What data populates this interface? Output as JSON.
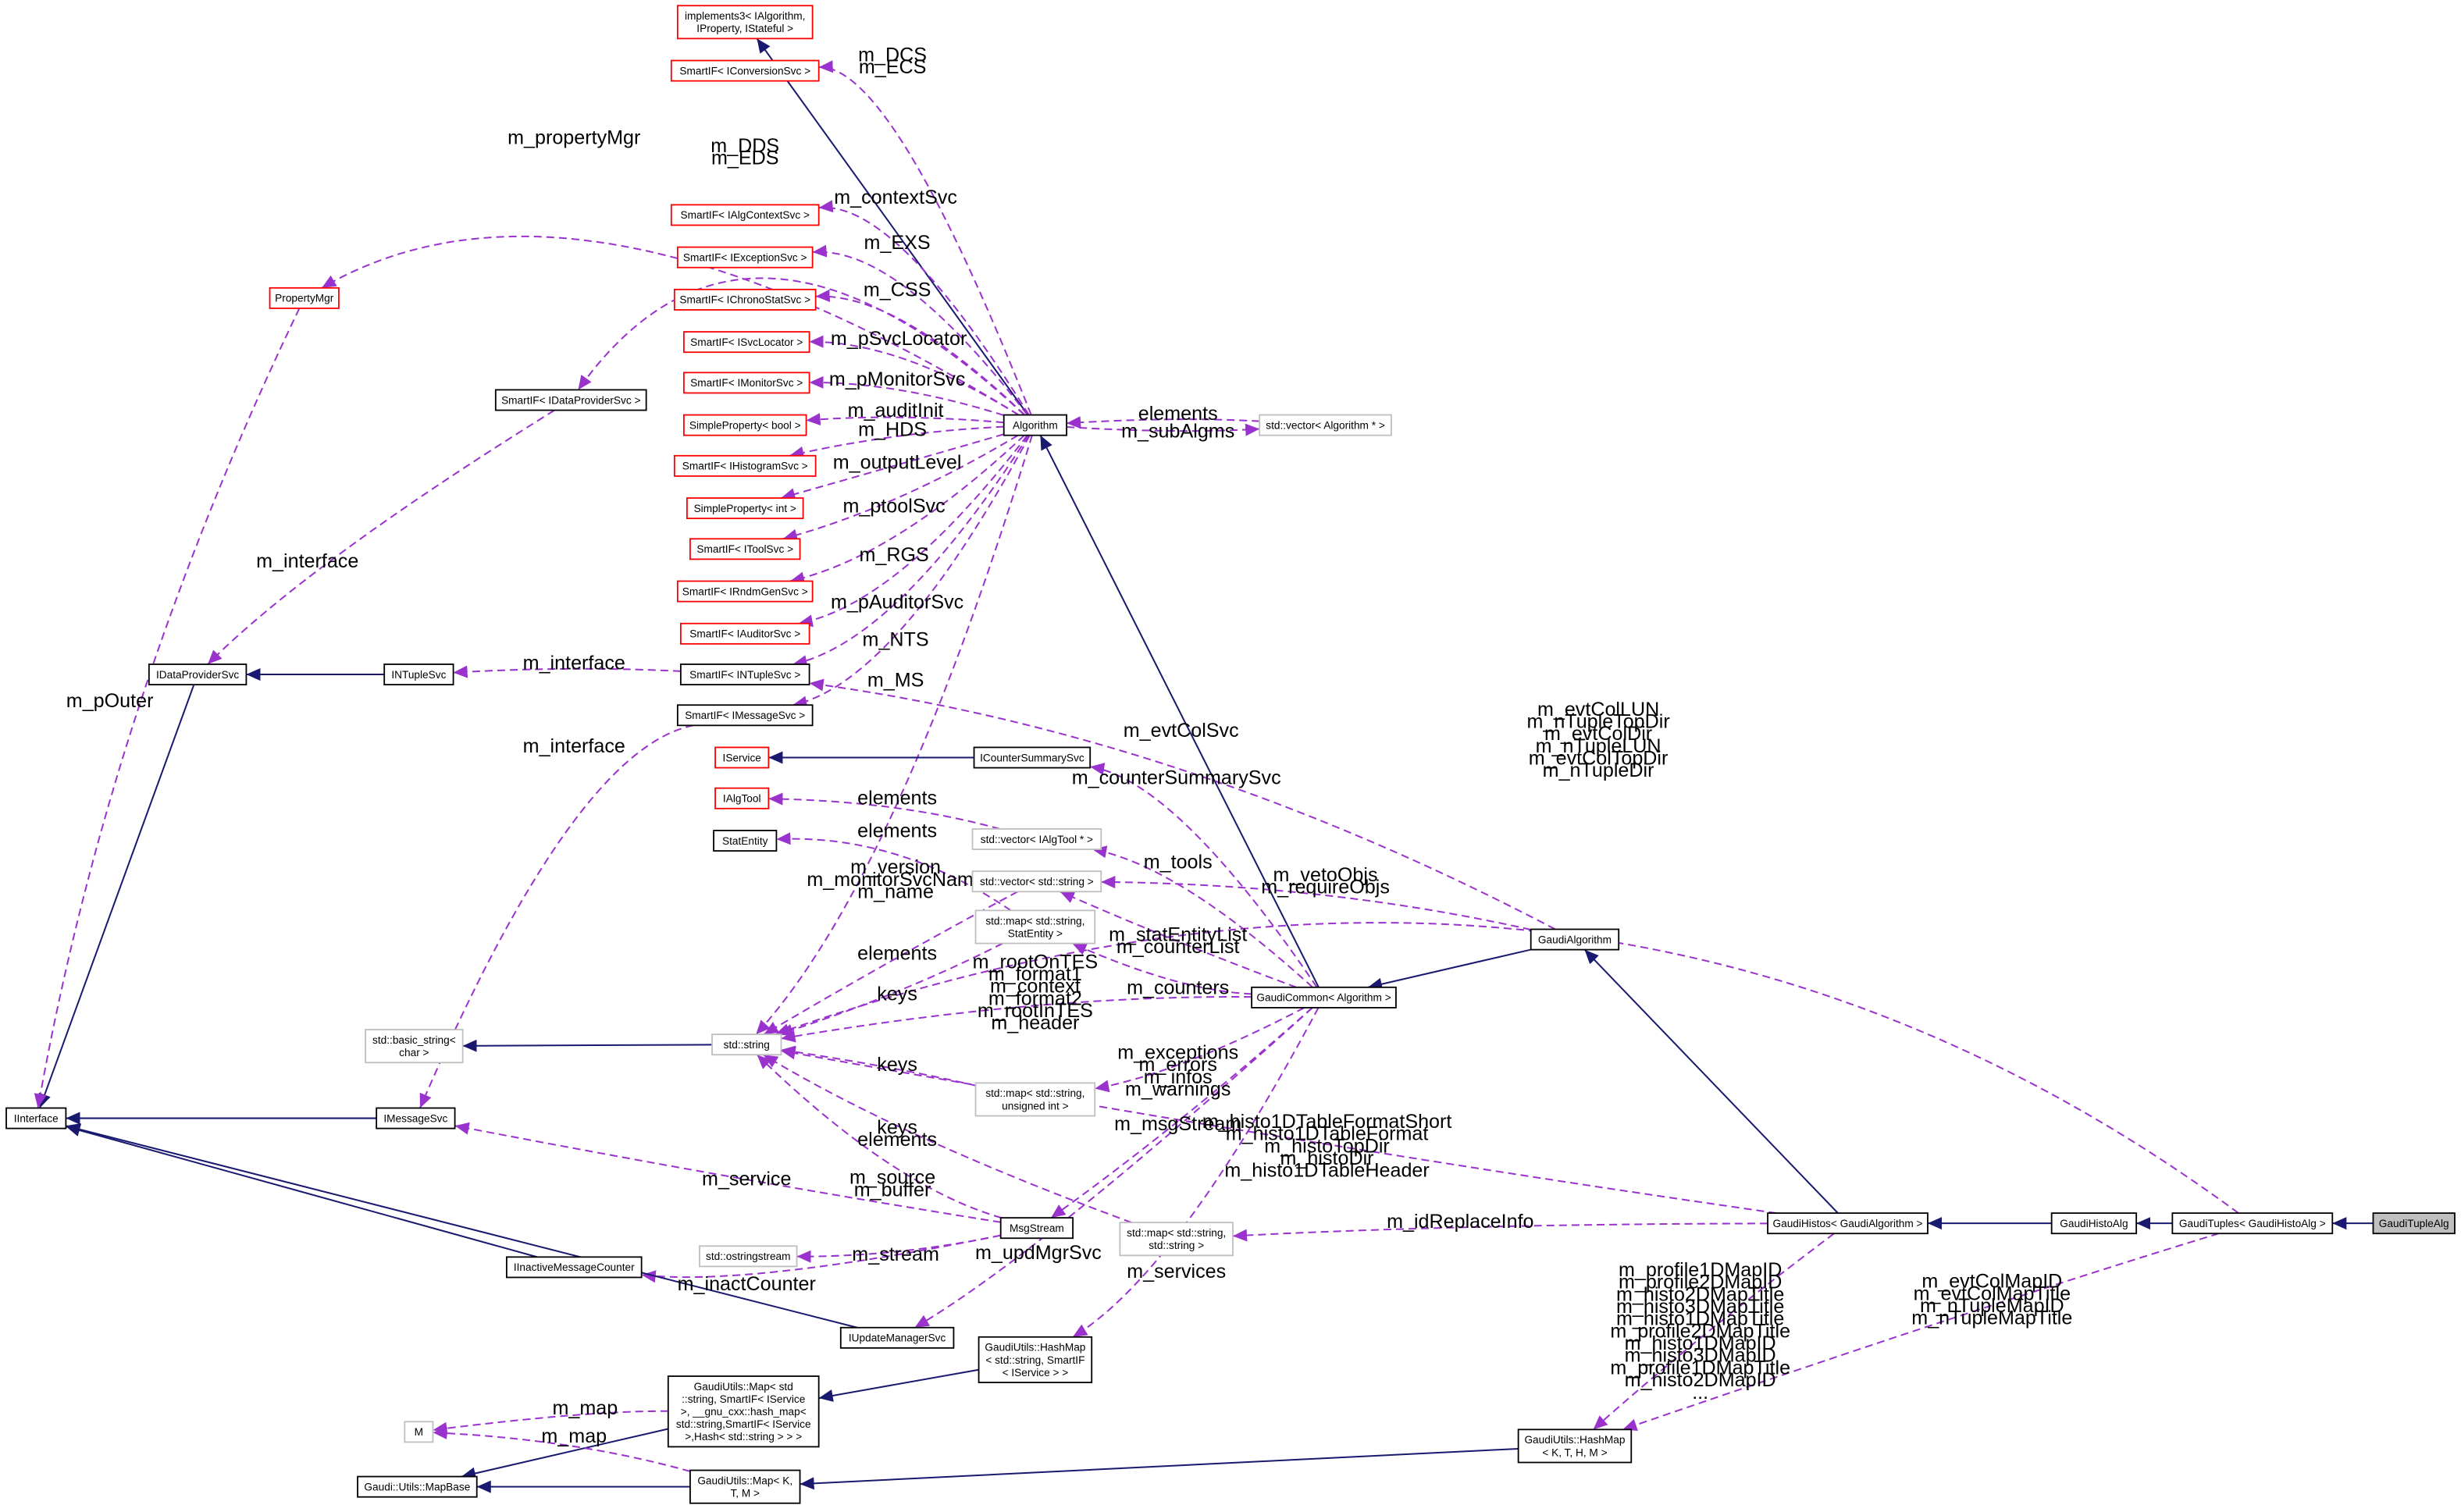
{
  "colors": {
    "inherit_edge": "#191970",
    "usage_edge": "#9a32cd",
    "border_black": "#000000",
    "border_red": "#ff0000",
    "border_gray": "#bfbfbf",
    "highlight_fill": "#bfbfbf"
  },
  "nodes": [
    {
      "id": "implements3",
      "lines": [
        "implements3< IAlgorithm,",
        "IProperty, IStateful >"
      ],
      "style": "red"
    },
    {
      "id": "conversion",
      "lines": [
        "SmartIF< IConversionSvc >"
      ],
      "style": "red"
    },
    {
      "id": "propertymgr",
      "lines": [
        "PropertyMgr"
      ],
      "style": "red"
    },
    {
      "id": "algcontext",
      "lines": [
        "SmartIF< IAlgContextSvc >"
      ],
      "style": "red"
    },
    {
      "id": "exception",
      "lines": [
        "SmartIF< IExceptionSvc >"
      ],
      "style": "red"
    },
    {
      "id": "chronostat",
      "lines": [
        "SmartIF< IChronoStatSvc >"
      ],
      "style": "red"
    },
    {
      "id": "svclocator",
      "lines": [
        "SmartIF< ISvcLocator >"
      ],
      "style": "red"
    },
    {
      "id": "monitorsvc",
      "lines": [
        "SmartIF< IMonitorSvc >"
      ],
      "style": "red"
    },
    {
      "id": "dataprovider_if",
      "lines": [
        "SmartIF< IDataProviderSvc >"
      ],
      "style": "black"
    },
    {
      "id": "simplebool",
      "lines": [
        "SimpleProperty< bool >"
      ],
      "style": "red"
    },
    {
      "id": "algorithm",
      "lines": [
        "Algorithm"
      ],
      "style": "black"
    },
    {
      "id": "vector_alg",
      "lines": [
        "std::vector< Algorithm * >"
      ],
      "style": "gray"
    },
    {
      "id": "histogram",
      "lines": [
        "SmartIF< IHistogramSvc >"
      ],
      "style": "red"
    },
    {
      "id": "simpleint",
      "lines": [
        "SimpleProperty< int >"
      ],
      "style": "red"
    },
    {
      "id": "toolsvc",
      "lines": [
        "SmartIF< IToolSvc >"
      ],
      "style": "red"
    },
    {
      "id": "rndmgen",
      "lines": [
        "SmartIF< IRndmGenSvc >"
      ],
      "style": "red"
    },
    {
      "id": "auditor",
      "lines": [
        "SmartIF< IAuditorSvc >"
      ],
      "style": "red"
    },
    {
      "id": "idataprovider",
      "lines": [
        "IDataProviderSvc"
      ],
      "style": "black"
    },
    {
      "id": "intuplesvc",
      "lines": [
        "INTupleSvc"
      ],
      "style": "black"
    },
    {
      "id": "ntuple_if",
      "lines": [
        "SmartIF< INTupleSvc >"
      ],
      "style": "black"
    },
    {
      "id": "message_if",
      "lines": [
        "SmartIF< IMessageSvc >"
      ],
      "style": "black"
    },
    {
      "id": "iservice",
      "lines": [
        "IService"
      ],
      "style": "red"
    },
    {
      "id": "icountersummary",
      "lines": [
        "ICounterSummarySvc"
      ],
      "style": "black"
    },
    {
      "id": "ialgtool",
      "lines": [
        "IAlgTool"
      ],
      "style": "red"
    },
    {
      "id": "vector_algtool",
      "lines": [
        "std::vector< IAlgTool * >"
      ],
      "style": "gray"
    },
    {
      "id": "statentity",
      "lines": [
        "StatEntity"
      ],
      "style": "black"
    },
    {
      "id": "vector_string",
      "lines": [
        "std::vector< std::string >"
      ],
      "style": "gray"
    },
    {
      "id": "map_statentity",
      "lines": [
        "std::map< std::string,",
        "StatEntity >"
      ],
      "style": "gray"
    },
    {
      "id": "gaudialgorithm",
      "lines": [
        "GaudiAlgorithm"
      ],
      "style": "black"
    },
    {
      "id": "gaudicommon",
      "lines": [
        "GaudiCommon< Algorithm >"
      ],
      "style": "black"
    },
    {
      "id": "basic_string",
      "lines": [
        "std::basic_string<",
        "char >"
      ],
      "style": "gray"
    },
    {
      "id": "std_string",
      "lines": [
        "std::string"
      ],
      "style": "gray"
    },
    {
      "id": "map_uint",
      "lines": [
        "std::map< std::string,",
        "unsigned int >"
      ],
      "style": "gray"
    },
    {
      "id": "iinterface",
      "lines": [
        "IInterface"
      ],
      "style": "black"
    },
    {
      "id": "imessagesvc",
      "lines": [
        "IMessageSvc"
      ],
      "style": "black"
    },
    {
      "id": "msgstream",
      "lines": [
        "MsgStream"
      ],
      "style": "black"
    },
    {
      "id": "gaudihistos",
      "lines": [
        "GaudiHistos< GaudiAlgorithm >"
      ],
      "style": "black"
    },
    {
      "id": "gaudihistoalg",
      "lines": [
        "GaudiHistoAlg"
      ],
      "style": "black"
    },
    {
      "id": "gaudituples",
      "lines": [
        "GaudiTuples< GaudiHistoAlg >"
      ],
      "style": "black"
    },
    {
      "id": "gaudituplealg",
      "lines": [
        "GaudiTupleAlg"
      ],
      "style": "highlight"
    },
    {
      "id": "map_string_string",
      "lines": [
        "std::map< std::string,",
        "std::string >"
      ],
      "style": "gray"
    },
    {
      "id": "ostringstream",
      "lines": [
        "std::ostringstream"
      ],
      "style": "gray"
    },
    {
      "id": "inactivecounter",
      "lines": [
        "IInactiveMessageCounter"
      ],
      "style": "black"
    },
    {
      "id": "updatemanager",
      "lines": [
        "IUpdateManagerSvc"
      ],
      "style": "black"
    },
    {
      "id": "hashmap_iservice",
      "lines": [
        "GaudiUtils::HashMap",
        "< std::string, SmartIF",
        "< IService > >"
      ],
      "style": "black"
    },
    {
      "id": "utils_map_long",
      "lines": [
        "GaudiUtils::Map< std",
        "::string, SmartIF< IService",
        ">, __gnu_cxx::hash_map<",
        "std::string,SmartIF< IService",
        ">,Hash< std::string > > >"
      ],
      "style": "black"
    },
    {
      "id": "m_node",
      "lines": [
        "M"
      ],
      "style": "gray"
    },
    {
      "id": "hashmap_kthm",
      "lines": [
        "GaudiUtils::HashMap",
        "< K, T, H, M >"
      ],
      "style": "black"
    },
    {
      "id": "mapbase",
      "lines": [
        "Gaudi::Utils::MapBase"
      ],
      "style": "black"
    },
    {
      "id": "utils_map_ktm",
      "lines": [
        "GaudiUtils::Map< K,",
        "T, M >"
      ],
      "style": "black"
    }
  ],
  "edges": [
    {
      "from": "algorithm",
      "to": "implements3",
      "kind": "inherit",
      "label": []
    },
    {
      "from": "algorithm",
      "to": "conversion",
      "kind": "usage",
      "label": [
        "m_DCS",
        "m_ECS"
      ]
    },
    {
      "from": "algorithm",
      "to": "propertymgr",
      "kind": "usage",
      "label": [
        "m_propertyMgr"
      ]
    },
    {
      "from": "algorithm",
      "to": "dataprovider_if",
      "kind": "usage",
      "label": [
        "m_DDS",
        "m_EDS"
      ]
    },
    {
      "from": "algorithm",
      "to": "algcontext",
      "kind": "usage",
      "label": [
        "m_contextSvc"
      ]
    },
    {
      "from": "algorithm",
      "to": "exception",
      "kind": "usage",
      "label": [
        "m_EXS"
      ]
    },
    {
      "from": "algorithm",
      "to": "chronostat",
      "kind": "usage",
      "label": [
        "m_CSS"
      ]
    },
    {
      "from": "algorithm",
      "to": "svclocator",
      "kind": "usage",
      "label": [
        "m_pSvcLocator"
      ]
    },
    {
      "from": "algorithm",
      "to": "monitorsvc",
      "kind": "usage",
      "label": [
        "m_pMonitorSvc"
      ]
    },
    {
      "from": "algorithm",
      "to": "simplebool",
      "kind": "usage",
      "label": [
        "m_auditInit"
      ]
    },
    {
      "from": "algorithm",
      "to": "histogram",
      "kind": "usage",
      "label": [
        "m_HDS"
      ]
    },
    {
      "from": "algorithm",
      "to": "simpleint",
      "kind": "usage",
      "label": [
        "m_outputLevel"
      ]
    },
    {
      "from": "algorithm",
      "to": "toolsvc",
      "kind": "usage",
      "label": [
        "m_ptoolSvc"
      ]
    },
    {
      "from": "algorithm",
      "to": "rndmgen",
      "kind": "usage",
      "label": [
        "m_RGS"
      ]
    },
    {
      "from": "algorithm",
      "to": "auditor",
      "kind": "usage",
      "label": [
        "m_pAuditorSvc"
      ]
    },
    {
      "from": "algorithm",
      "to": "ntuple_if",
      "kind": "usage",
      "label": [
        "m_NTS"
      ]
    },
    {
      "from": "algorithm",
      "to": "message_if",
      "kind": "usage",
      "label": [
        "m_MS"
      ]
    },
    {
      "from": "algorithm",
      "to": "std_string",
      "kind": "usage",
      "label": [
        "m_version",
        "m_monitorSvcName",
        "m_name"
      ]
    },
    {
      "from": "vector_alg",
      "to": "algorithm",
      "kind": "usage",
      "label": [
        "elements"
      ]
    },
    {
      "from": "algorithm",
      "to": "vector_alg",
      "kind": "usage",
      "label": [
        "m_subAlgms"
      ]
    },
    {
      "from": "dataprovider_if",
      "to": "idataprovider",
      "kind": "usage",
      "label": [
        "m_interface"
      ]
    },
    {
      "from": "idataprovider",
      "to": "iinterface",
      "kind": "inherit",
      "label": []
    },
    {
      "from": "intuplesvc",
      "to": "idataprovider",
      "kind": "inherit",
      "label": []
    },
    {
      "from": "ntuple_if",
      "to": "intuplesvc",
      "kind": "usage",
      "label": [
        "m_interface"
      ]
    },
    {
      "from": "message_if",
      "to": "imessagesvc",
      "kind": "usage",
      "label": [
        "m_interface"
      ]
    },
    {
      "from": "propertymgr",
      "to": "iinterface",
      "kind": "usage",
      "label": [
        "m_pOuter"
      ]
    },
    {
      "from": "icountersummary",
      "to": "iservice",
      "kind": "inherit",
      "label": []
    },
    {
      "from": "gaudicommon",
      "to": "algorithm",
      "kind": "inherit",
      "label": []
    },
    {
      "from": "gaudialgorithm",
      "to": "gaudicommon",
      "kind": "inherit",
      "label": []
    },
    {
      "from": "gaudialgorithm",
      "to": "ntuple_if",
      "kind": "usage",
      "label": [
        "m_evtColSvc"
      ]
    },
    {
      "from": "gaudicommon",
      "to": "icountersummary",
      "kind": "usage",
      "label": [
        "m_counterSummarySvc"
      ]
    },
    {
      "from": "vector_algtool",
      "to": "ialgtool",
      "kind": "usage",
      "label": [
        "elements"
      ]
    },
    {
      "from": "gaudicommon",
      "to": "vector_algtool",
      "kind": "usage",
      "label": [
        "m_tools"
      ]
    },
    {
      "from": "map_statentity",
      "to": "statentity",
      "kind": "usage",
      "label": [
        "elements"
      ]
    },
    {
      "from": "gaudialgorithm",
      "to": "vector_string",
      "kind": "usage",
      "label": [
        "m_vetoObjs",
        "m_requireObjs"
      ]
    },
    {
      "from": "gaudicommon",
      "to": "vector_string",
      "kind": "usage",
      "label": [
        "m_statEntityList",
        "m_counterList"
      ]
    },
    {
      "from": "vector_string",
      "to": "std_string",
      "kind": "usage",
      "label": [
        "elements"
      ]
    },
    {
      "from": "gaudicommon",
      "to": "map_statentity",
      "kind": "usage",
      "label": [
        "m_counters"
      ]
    },
    {
      "from": "map_statentity",
      "to": "std_string",
      "kind": "usage",
      "label": [
        "keys"
      ]
    },
    {
      "from": "gaudicommon",
      "to": "std_string",
      "kind": "usage",
      "label": [
        "m_rootOnTES",
        "m_format1",
        "m_context",
        "m_format2",
        "m_rootInTES",
        "m_header"
      ]
    },
    {
      "from": "std_string",
      "to": "basic_string",
      "kind": "inherit",
      "label": []
    },
    {
      "from": "gaudicommon",
      "to": "map_uint",
      "kind": "usage",
      "label": [
        "m_exceptions",
        "m_errors",
        "m_infos",
        "m_warnings"
      ]
    },
    {
      "from": "map_uint",
      "to": "std_string",
      "kind": "usage",
      "label": [
        "keys"
      ]
    },
    {
      "from": "gaudicommon",
      "to": "msgstream",
      "kind": "usage",
      "label": [
        "m_msgStream"
      ]
    },
    {
      "from": "gaudihistos",
      "to": "std_string",
      "kind": "usage",
      "label": [
        "m_histo1DTableFormatShort",
        "m_histo1DTableFormat",
        "m_histoTopDir",
        "m_histoDir",
        "m_histo1DTableHeader"
      ]
    },
    {
      "from": "map_string_string",
      "to": "std_string",
      "kind": "usage",
      "label": [
        "keys",
        "elements"
      ]
    },
    {
      "from": "gaudihistos",
      "to": "map_string_string",
      "kind": "usage",
      "label": [
        "m_idReplaceInfo"
      ]
    },
    {
      "from": "gaudihistos",
      "to": "gaudialgorithm",
      "kind": "inherit",
      "label": []
    },
    {
      "from": "gaudihistoalg",
      "to": "gaudihistos",
      "kind": "inherit",
      "label": []
    },
    {
      "from": "gaudituples",
      "to": "gaudihistoalg",
      "kind": "inherit",
      "label": []
    },
    {
      "from": "gaudituplealg",
      "to": "gaudituples",
      "kind": "inherit",
      "label": []
    },
    {
      "from": "gaudituples",
      "to": "std_string",
      "kind": "usage",
      "label": [
        "m_evtColLUN",
        "m_nTupleTopDir",
        "m_evtColDir",
        "m_nTupleLUN",
        "m_evtColTopDir",
        "m_nTupleDir"
      ]
    },
    {
      "from": "msgstream",
      "to": "imessagesvc",
      "kind": "usage",
      "label": [
        "m_service"
      ]
    },
    {
      "from": "msgstream",
      "to": "std_string",
      "kind": "usage",
      "label": [
        "m_source",
        "m_buffer"
      ]
    },
    {
      "from": "msgstream",
      "to": "ostringstream",
      "kind": "usage",
      "label": [
        "m_stream"
      ]
    },
    {
      "from": "msgstream",
      "to": "inactivecounter",
      "kind": "usage",
      "label": [
        "m_inactCounter"
      ]
    },
    {
      "from": "imessagesvc",
      "to": "iinterface",
      "kind": "inherit",
      "label": []
    },
    {
      "from": "inactivecounter",
      "to": "iinterface",
      "kind": "inherit",
      "label": []
    },
    {
      "from": "updatemanager",
      "to": "iinterface",
      "kind": "inherit",
      "label": []
    },
    {
      "from": "gaudicommon",
      "to": "updatemanager",
      "kind": "usage",
      "label": [
        "m_updMgrSvc"
      ]
    },
    {
      "from": "gaudicommon",
      "to": "hashmap_iservice",
      "kind": "usage",
      "label": [
        "m_services"
      ]
    },
    {
      "from": "hashmap_iservice",
      "to": "utils_map_long",
      "kind": "inherit",
      "label": []
    },
    {
      "from": "utils_map_long",
      "to": "mapbase",
      "kind": "inherit",
      "label": []
    },
    {
      "from": "utils_map_long",
      "to": "m_node",
      "kind": "usage",
      "label": [
        "m_map"
      ]
    },
    {
      "from": "utils_map_ktm",
      "to": "mapbase",
      "kind": "inherit",
      "label": []
    },
    {
      "from": "utils_map_ktm",
      "to": "m_node",
      "kind": "usage",
      "label": [
        "m_map"
      ]
    },
    {
      "from": "hashmap_kthm",
      "to": "utils_map_ktm",
      "kind": "inherit",
      "label": []
    },
    {
      "from": "gaudihistos",
      "to": "hashmap_kthm",
      "kind": "usage",
      "label": [
        "m_profile1DMapID",
        "m_profile2DMapID",
        "m_histo2DMapTitle",
        "m_histo3DMapTitle",
        "m_histo1DMapTitle",
        "m_profile2DMapTitle",
        "m_histo1DMapID",
        "m_histo3DMapID",
        "m_profile1DMapTitle",
        "m_histo2DMapID",
        "..."
      ]
    },
    {
      "from": "gaudituples",
      "to": "hashmap_kthm",
      "kind": "usage",
      "label": [
        "m_evtColMapID",
        "m_evtColMapTitle",
        "m_nTupleMapID",
        "m_nTupleMapTitle"
      ]
    }
  ]
}
